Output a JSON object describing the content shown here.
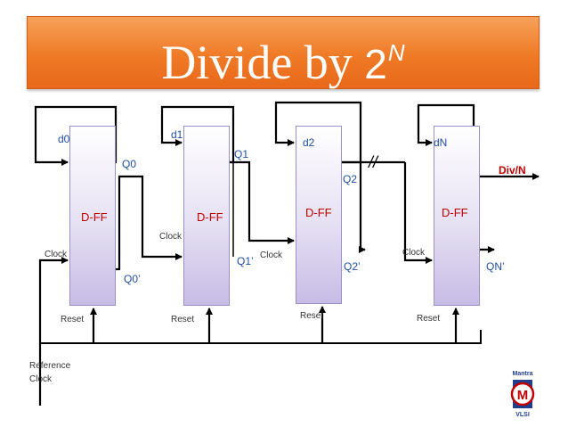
{
  "title": {
    "text": "Divide by ",
    "power_base": "2",
    "power_exp": "N"
  },
  "flip_flops": [
    {
      "label": "D-FF",
      "d": "d0",
      "q": "Q0",
      "qbar": "Q0’",
      "clock": "Clock",
      "reset": "Reset"
    },
    {
      "label": "D-FF",
      "d": "d1",
      "q": "Q1",
      "qbar": "Q1’",
      "clock": "Clock",
      "reset": "Reset"
    },
    {
      "label": "D-FF",
      "d": "d2",
      "q": "Q2",
      "qbar": "Q2’",
      "clock": "Clock",
      "reset": "Reset"
    },
    {
      "label": "D-FF",
      "d": "dN",
      "q": "Div/N",
      "qbar": "QN’",
      "clock": "Clock",
      "reset": "Reset"
    }
  ],
  "reference_clock": "Reference\nClock",
  "break_mark": "//",
  "logo": {
    "top": "Mantra",
    "letter": "M",
    "bottom": "VLSI"
  },
  "colors": {
    "banner": "#ef7a26",
    "wire": "#000000",
    "ff_label": "#c00000",
    "pin_label": "#1f4fa3"
  }
}
